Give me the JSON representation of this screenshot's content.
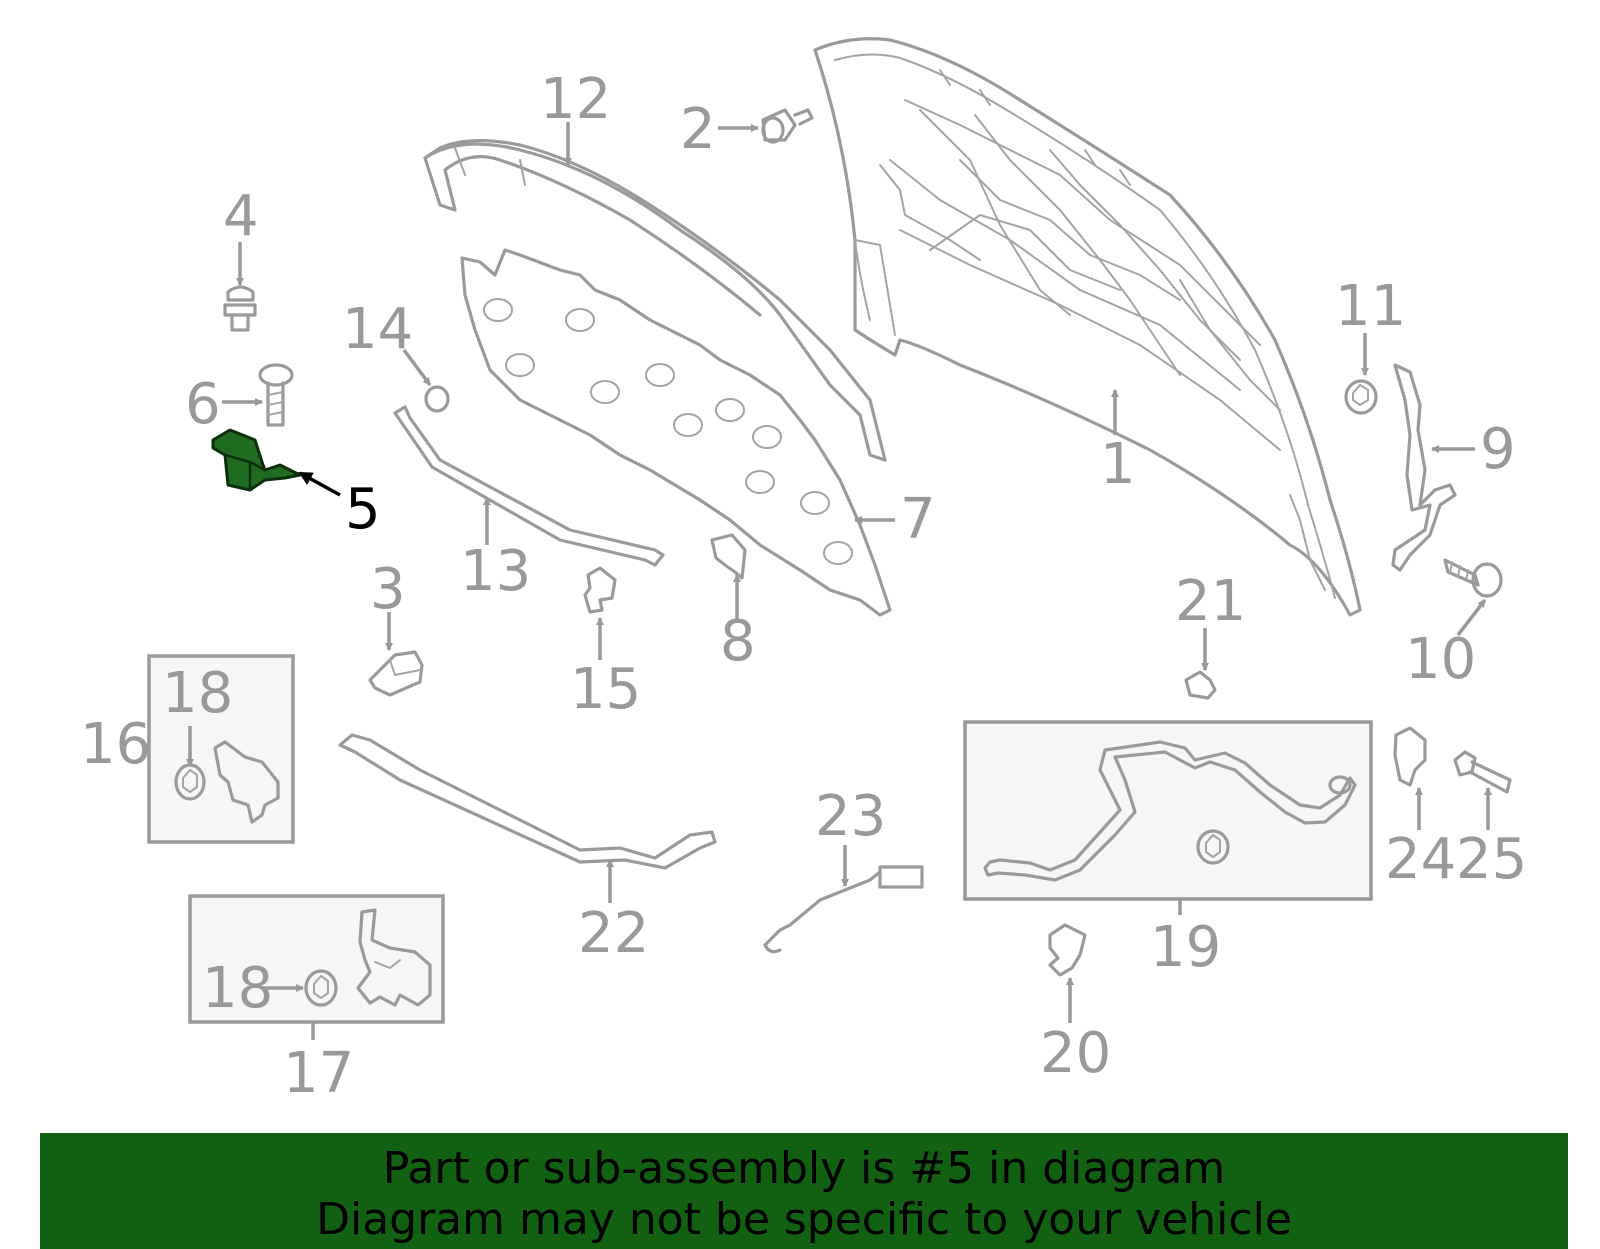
{
  "callouts": {
    "c1": "1",
    "c2": "2",
    "c3": "3",
    "c4": "4",
    "c5": "5",
    "c6": "6",
    "c7": "7",
    "c8": "8",
    "c9": "9",
    "c10": "10",
    "c11": "11",
    "c12": "12",
    "c13": "13",
    "c14": "14",
    "c15": "15",
    "c16": "16",
    "c17": "17",
    "c18a": "18",
    "c18b": "18",
    "c19": "19",
    "c20": "20",
    "c21": "21",
    "c22": "22",
    "c23": "23",
    "c24": "24",
    "c25": "25"
  },
  "highlight": {
    "part_number": "5",
    "color": "#1f6b1f"
  },
  "colors": {
    "line": "#9a9a9a",
    "footer_bg": "#126112",
    "footer_text": "#000000"
  },
  "footer": {
    "line1": "Part or sub-assembly is #5 in diagram",
    "line2": "Diagram may not be specific to your vehicle"
  }
}
